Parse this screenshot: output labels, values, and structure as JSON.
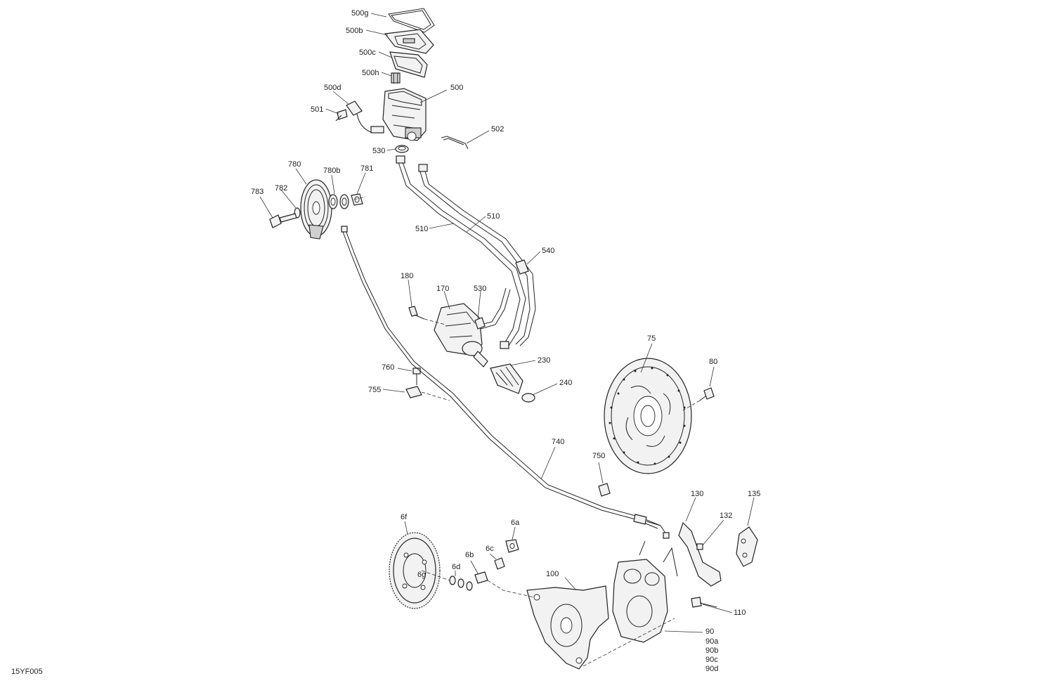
{
  "diagram_id": "15YF005",
  "callouts": {
    "p500g": "500g",
    "p500b": "500b",
    "p500c": "500c",
    "p500h": "500h",
    "p500": "500",
    "p500d": "500d",
    "p501": "501",
    "p502": "502",
    "p530a": "530",
    "p780": "780",
    "p780b": "780b",
    "p781": "781",
    "p782": "782",
    "p783": "783",
    "p510a": "510",
    "p510b": "510",
    "p540": "540",
    "p180": "180",
    "p170": "170",
    "p530b": "530",
    "p230": "230",
    "p240": "240",
    "p760": "760",
    "p755": "755",
    "p75": "75",
    "p80": "80",
    "p740": "740",
    "p750": "750",
    "p130": "130",
    "p135": "135",
    "p132": "132",
    "p6a": "6a",
    "p6f": "6f",
    "p6b": "6b",
    "p6c": "6c",
    "p6d": "6d",
    "p6g": "6g",
    "p100": "100",
    "p110": "110",
    "p90": "90",
    "p90a": "90a",
    "p90b": "90b",
    "p90c": "90c",
    "p90d": "90d"
  }
}
